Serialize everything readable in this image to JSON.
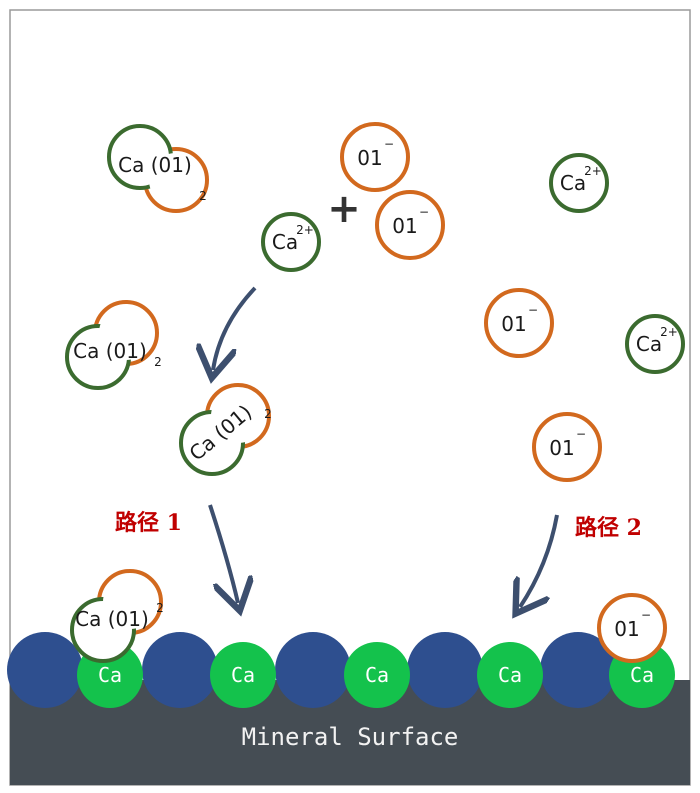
{
  "colors": {
    "ca_ring": "#3b6b2f",
    "ligand_ring": "#d2691e",
    "arrow": "#3d4f6e",
    "blue_atom": "#2e4f8f",
    "green_atom": "#14c24c",
    "surface": "#454d54",
    "plus": "#333333",
    "path_label": "#c00000"
  },
  "labels": {
    "ca": "Ca",
    "ca_sup": "2+",
    "ligand": "01",
    "ligand_sup": "−",
    "complex_main": "Ca (01)",
    "complex_sub": "2",
    "plus": "+",
    "path1": "路径 1",
    "path2": "路径 2",
    "surface": "Mineral Surface",
    "surface_ca": "Ca"
  }
}
